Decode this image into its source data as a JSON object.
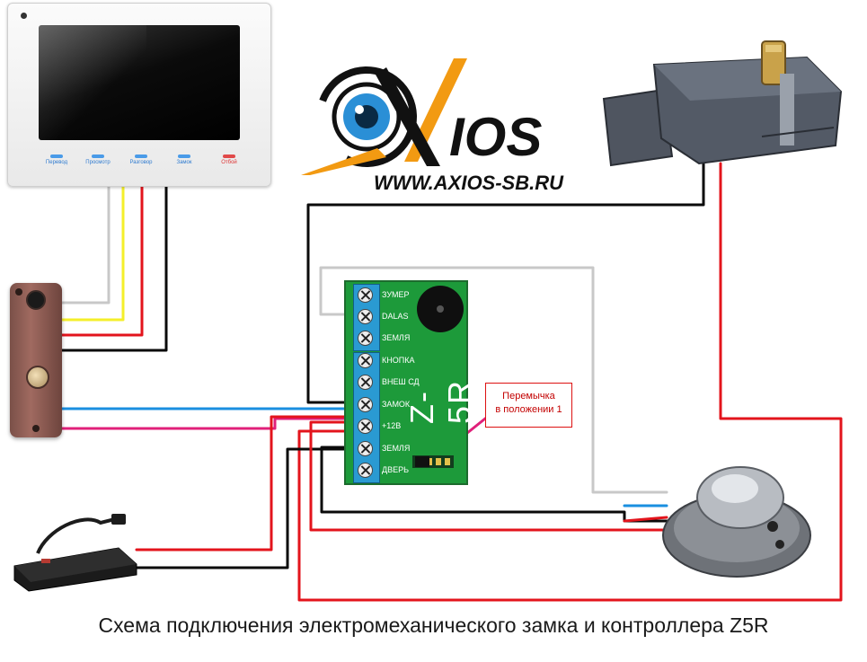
{
  "caption": "Схема подключения электромеханического замка и контроллера Z5R",
  "logo": {
    "brand": "AXIOS",
    "url": "WWW.AXIOS-SB.RU"
  },
  "monitor": {
    "buttons": [
      "Перевод",
      "Просмотр",
      "Разговор",
      "Замок",
      "Отбой"
    ]
  },
  "controller": {
    "model": "Z-5R",
    "terminals": [
      "ЗУМЕР",
      "DALAS",
      "ЗЕМЛЯ",
      "КНОПКА",
      "ВНЕШ СД",
      "ЗАМОК",
      "+12В",
      "ЗЕМЛЯ",
      "ДВЕРЬ"
    ]
  },
  "jumper_note": {
    "line1": "Перемычка",
    "line2": "в положении 1"
  },
  "colors": {
    "wire_red": "#e3141c",
    "wire_black": "#0a0a0a",
    "wire_gray": "#c8c8c8",
    "wire_yellow": "#f4ef2a",
    "wire_blue": "#1a8fe0",
    "wire_magenta": "#e0207a",
    "board_green": "#1d9a3a",
    "note_red": "#c30000",
    "logo_orange": "#f29a12",
    "logo_blue": "#2a8fd6"
  }
}
